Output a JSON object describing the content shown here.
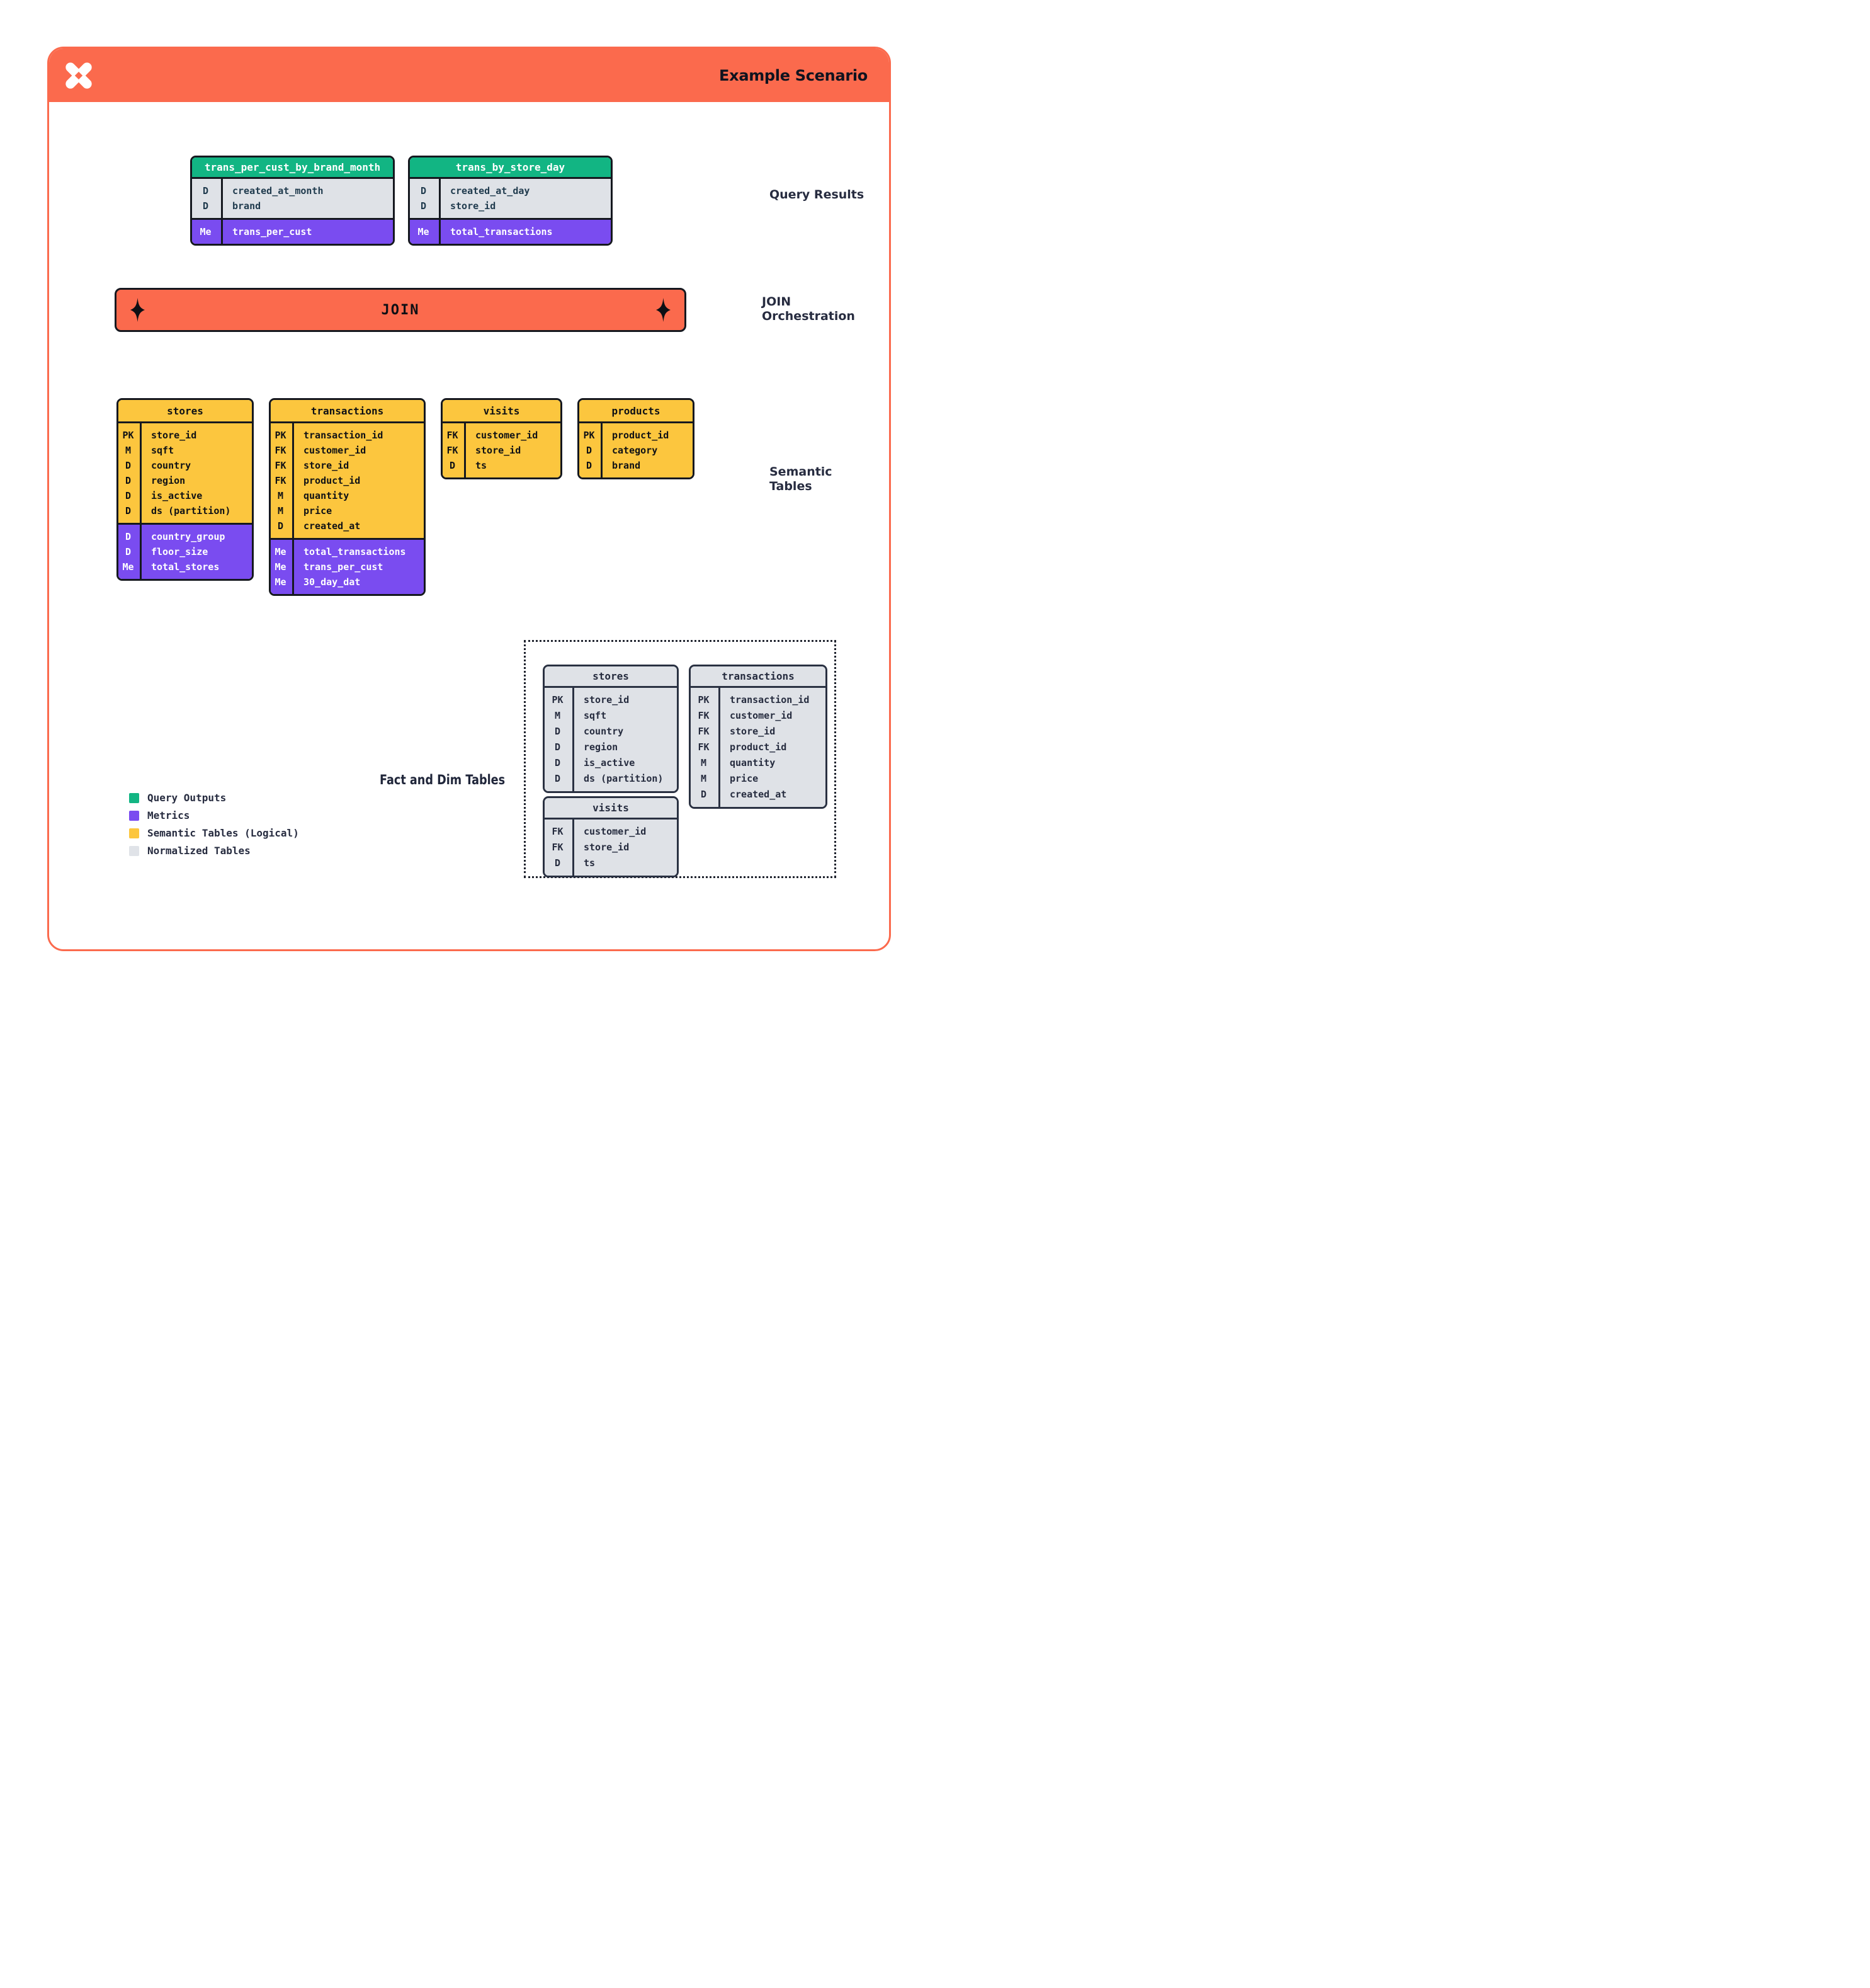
{
  "header": {
    "title": "Example Scenario"
  },
  "join": {
    "label": "JOIN",
    "annotation_line1": "JOIN",
    "annotation_line2": "Orchestration"
  },
  "annotations": {
    "query_results": "Query Results",
    "semantic_line1": "Semantic",
    "semantic_line2": "Tables",
    "fact_dim": "Fact and Dim Tables"
  },
  "query_tables": [
    {
      "name": "trans_per_cust_by_brand_month",
      "dims": [
        {
          "b": "D",
          "n": "created_at_month"
        },
        {
          "b": "D",
          "n": "brand"
        }
      ],
      "mets": [
        {
          "b": "Me",
          "n": "trans_per_cust"
        }
      ]
    },
    {
      "name": "trans_by_store_day",
      "dims": [
        {
          "b": "D",
          "n": "created_at_day"
        },
        {
          "b": "D",
          "n": "store_id"
        }
      ],
      "mets": [
        {
          "b": "Me",
          "n": "total_transactions"
        }
      ]
    }
  ],
  "semantic": [
    {
      "name": "stores",
      "base": [
        {
          "b": "PK",
          "n": "store_id"
        },
        {
          "b": "M",
          "n": "sqft"
        },
        {
          "b": "D",
          "n": "country"
        },
        {
          "b": "D",
          "n": "region"
        },
        {
          "b": "D",
          "n": "is_active"
        },
        {
          "b": "D",
          "n": "ds (partition)"
        }
      ],
      "mets": [
        {
          "b": "D",
          "n": "country_group"
        },
        {
          "b": "D",
          "n": "floor_size"
        },
        {
          "b": "Me",
          "n": "total_stores"
        }
      ]
    },
    {
      "name": "transactions",
      "base": [
        {
          "b": "PK",
          "n": "transaction_id"
        },
        {
          "b": "FK",
          "n": "customer_id"
        },
        {
          "b": "FK",
          "n": "store_id"
        },
        {
          "b": "FK",
          "n": "product_id"
        },
        {
          "b": "M",
          "n": "quantity"
        },
        {
          "b": "M",
          "n": "price"
        },
        {
          "b": "D",
          "n": "created_at"
        }
      ],
      "mets": [
        {
          "b": "Me",
          "n": "total_transactions"
        },
        {
          "b": "Me",
          "n": "trans_per_cust"
        },
        {
          "b": "Me",
          "n": "30_day_dat"
        }
      ]
    },
    {
      "name": "visits",
      "base": [
        {
          "b": "FK",
          "n": "customer_id"
        },
        {
          "b": "FK",
          "n": "store_id"
        },
        {
          "b": "D",
          "n": "ts"
        }
      ]
    },
    {
      "name": "products",
      "base": [
        {
          "b": "PK",
          "n": "product_id"
        },
        {
          "b": "D",
          "n": "category"
        },
        {
          "b": "D",
          "n": "brand"
        }
      ]
    }
  ],
  "normalized": [
    {
      "name": "stores",
      "base": [
        {
          "b": "PK",
          "n": "store_id"
        },
        {
          "b": "M",
          "n": "sqft"
        },
        {
          "b": "D",
          "n": "country"
        },
        {
          "b": "D",
          "n": "region"
        },
        {
          "b": "D",
          "n": "is_active"
        },
        {
          "b": "D",
          "n": "ds (partition)"
        }
      ]
    },
    {
      "name": "transactions",
      "base": [
        {
          "b": "PK",
          "n": "transaction_id"
        },
        {
          "b": "FK",
          "n": "customer_id"
        },
        {
          "b": "FK",
          "n": "store_id"
        },
        {
          "b": "FK",
          "n": "product_id"
        },
        {
          "b": "M",
          "n": "quantity"
        },
        {
          "b": "M",
          "n": "price"
        },
        {
          "b": "D",
          "n": "created_at"
        }
      ]
    },
    {
      "name": "visits",
      "base": [
        {
          "b": "FK",
          "n": "customer_id"
        },
        {
          "b": "FK",
          "n": "store_id"
        },
        {
          "b": "D",
          "n": "ts"
        }
      ]
    }
  ],
  "legend": [
    {
      "label": "Query Outputs",
      "color": "#12b583"
    },
    {
      "label": "Metrics",
      "color": "#7a4cf0"
    },
    {
      "label": "Semantic Tables (Logical)",
      "color": "#fcc63e"
    },
    {
      "label": "Normalized Tables",
      "color": "#e0e3e8"
    }
  ],
  "colors": {
    "accent_orange": "#fb6a4d",
    "query_green": "#12b583",
    "metric_purple": "#7a4cf0",
    "semantic_yellow": "#fcc63e",
    "normalized_gray": "#dfe2e7",
    "ink": "#15181f",
    "label_navy": "#272c40"
  }
}
